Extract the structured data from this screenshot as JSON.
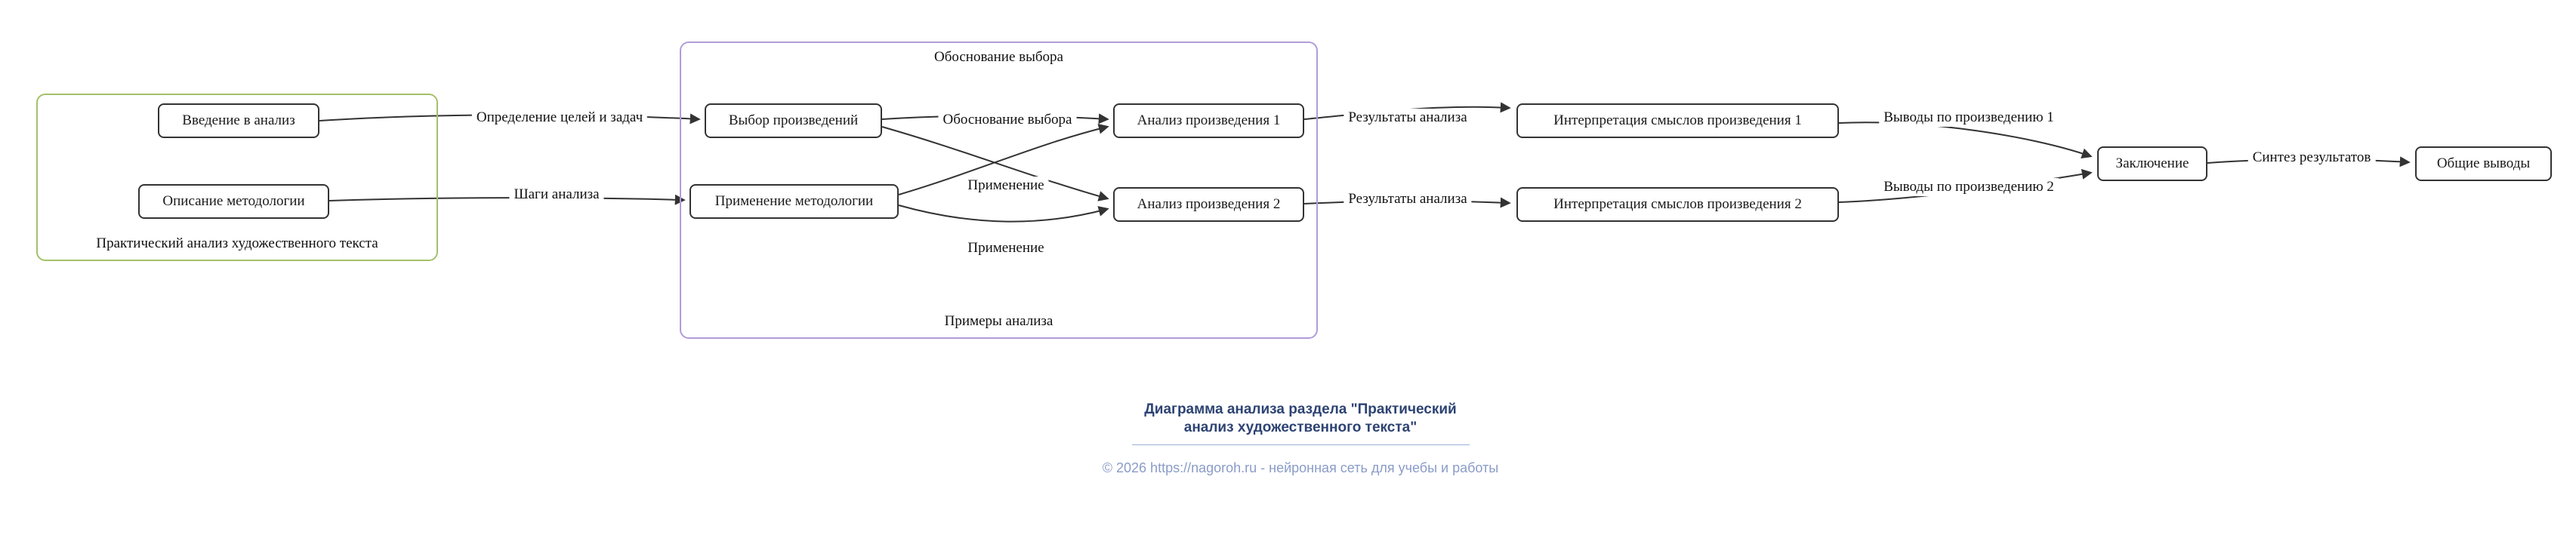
{
  "page": {
    "background_color": "#ffffff"
  },
  "diagram": {
    "edge_color": "#333333",
    "node_border_color": "#333333",
    "node_fill_color": "#ffffff",
    "clusters": {
      "left": {
        "label": "Практический анализ художественного текста",
        "border_color": "#a4c06a"
      },
      "middle": {
        "label_top": "Обоснование выбора",
        "label_bottom": "Примеры анализа",
        "border_color": "#b19cd9"
      }
    },
    "nodes": [
      {
        "id": "intro",
        "label": "Введение в анализ"
      },
      {
        "id": "methodology",
        "label": "Описание методологии"
      },
      {
        "id": "selection",
        "label": "Выбор произведений"
      },
      {
        "id": "application",
        "label": "Применение методологии"
      },
      {
        "id": "analysis1",
        "label": "Анализ произведения 1"
      },
      {
        "id": "analysis2",
        "label": "Анализ произведения 2"
      },
      {
        "id": "interpretation1",
        "label": "Интерпретация смыслов произведения 1"
      },
      {
        "id": "interpretation2",
        "label": "Интерпретация смыслов произведения 2"
      },
      {
        "id": "conclusion",
        "label": "Заключение"
      },
      {
        "id": "summary",
        "label": "Общие выводы"
      }
    ],
    "edge_labels": [
      {
        "id": "goals",
        "label": "Определение целей и задач"
      },
      {
        "id": "steps",
        "label": "Шаги анализа"
      },
      {
        "id": "justification",
        "label": "Обоснование выбора"
      },
      {
        "id": "application1",
        "label": "Применение"
      },
      {
        "id": "application2",
        "label": "Применение"
      },
      {
        "id": "results1",
        "label": "Результаты анализа"
      },
      {
        "id": "results2",
        "label": "Результаты анализа"
      },
      {
        "id": "conclusions1",
        "label": "Выводы по произведению 1"
      },
      {
        "id": "conclusions2",
        "label": "Выводы по произведению 2"
      },
      {
        "id": "synthesis",
        "label": "Синтез результатов"
      }
    ]
  },
  "caption": {
    "title_line1": "Диаграмма анализа раздела \"Практический",
    "title_line2": "анализ художественного текста\"",
    "title_color": "#2d4373",
    "footer": "© 2026 https://nagoroh.ru - нейронная сеть для учебы и работы",
    "footer_color": "#8a9cc8"
  }
}
